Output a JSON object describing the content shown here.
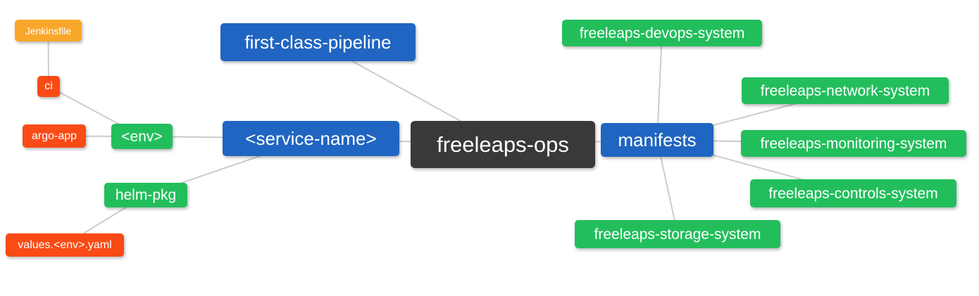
{
  "diagram": {
    "type": "mindmap",
    "root_id": "freeleaps-ops",
    "nodes": [
      {
        "id": "freeleaps-ops",
        "label": "freeleaps-ops",
        "level": "root"
      },
      {
        "id": "first-class-pipeline",
        "label": "first-class-pipeline",
        "level": "level1"
      },
      {
        "id": "service-name",
        "label": "<service-name>",
        "level": "level1"
      },
      {
        "id": "manifests",
        "label": "manifests",
        "level": "level1"
      },
      {
        "id": "env",
        "label": "<env>",
        "level": "level2"
      },
      {
        "id": "helm-pkg",
        "label": "helm-pkg",
        "level": "level2"
      },
      {
        "id": "devops",
        "label": "freeleaps-devops-system",
        "level": "level2"
      },
      {
        "id": "network",
        "label": "freeleaps-network-system",
        "level": "level2"
      },
      {
        "id": "monitoring",
        "label": "freeleaps-monitoring-system",
        "level": "level2"
      },
      {
        "id": "controls",
        "label": "freeleaps-controls-system",
        "level": "level2"
      },
      {
        "id": "storage",
        "label": "freeleaps-storage-system",
        "level": "level2"
      },
      {
        "id": "ci",
        "label": "ci",
        "level": "level3"
      },
      {
        "id": "argo-app",
        "label": "argo-app",
        "level": "level3"
      },
      {
        "id": "values-yaml",
        "label": "values.<env>.yaml",
        "level": "level3"
      },
      {
        "id": "jenkinsfile",
        "label": "Jenkinsfile",
        "level": "level4"
      }
    ],
    "edges": [
      {
        "from": "freeleaps-ops",
        "to": "first-class-pipeline"
      },
      {
        "from": "freeleaps-ops",
        "to": "service-name"
      },
      {
        "from": "freeleaps-ops",
        "to": "manifests"
      },
      {
        "from": "service-name",
        "to": "env"
      },
      {
        "from": "service-name",
        "to": "helm-pkg"
      },
      {
        "from": "env",
        "to": "ci"
      },
      {
        "from": "env",
        "to": "argo-app"
      },
      {
        "from": "ci",
        "to": "jenkinsfile"
      },
      {
        "from": "helm-pkg",
        "to": "values-yaml"
      },
      {
        "from": "manifests",
        "to": "devops"
      },
      {
        "from": "manifests",
        "to": "network"
      },
      {
        "from": "manifests",
        "to": "monitoring"
      },
      {
        "from": "manifests",
        "to": "controls"
      },
      {
        "from": "manifests",
        "to": "storage"
      }
    ],
    "colors": {
      "root": "#3B3839",
      "level1": "#2065C1",
      "level2": "#23BE5C",
      "level3": "#F94B16",
      "level4": "#F9A72A",
      "edge": "#CCCCCC",
      "text": "#FFFFFF",
      "background": "#FFFFFF"
    }
  }
}
